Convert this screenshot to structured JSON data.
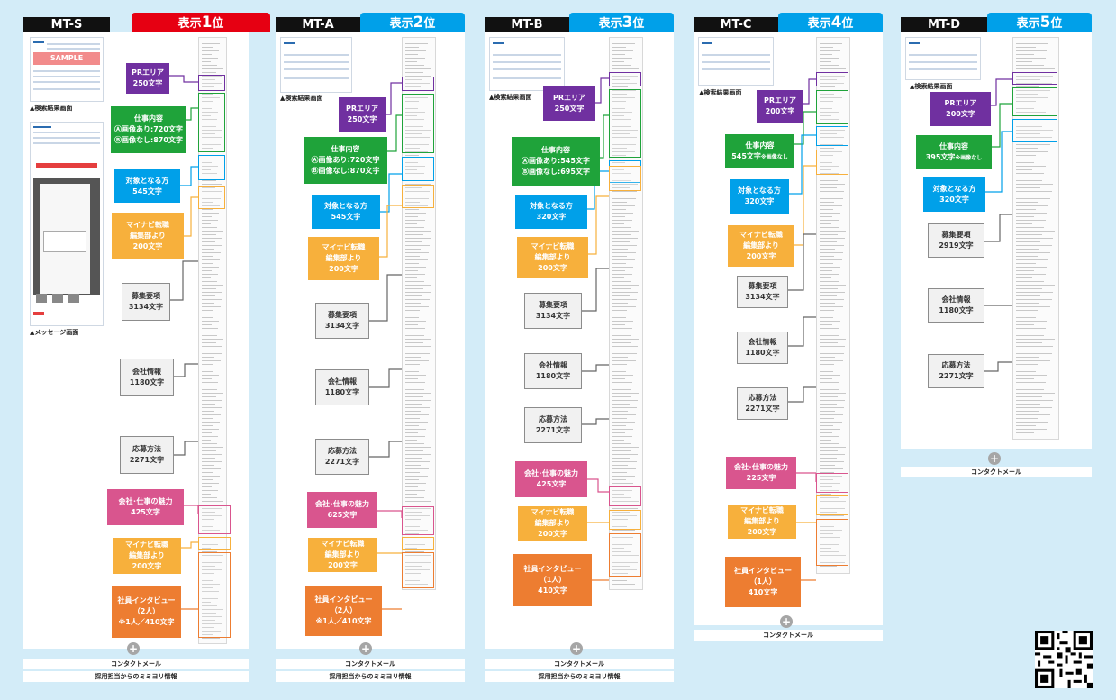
{
  "plans": [
    {
      "name": "MT-S",
      "rank_prefix": "表示",
      "rank_num": "1",
      "rank_suffix": "位",
      "rank_color": "#e60012"
    },
    {
      "name": "MT-A",
      "rank_prefix": "表示",
      "rank_num": "2",
      "rank_suffix": "位",
      "rank_color": "#00a0e9"
    },
    {
      "name": "MT-B",
      "rank_prefix": "表示",
      "rank_num": "3",
      "rank_suffix": "位",
      "rank_color": "#00a0e9"
    },
    {
      "name": "MT-C",
      "rank_prefix": "表示",
      "rank_num": "4",
      "rank_suffix": "位",
      "rank_color": "#00a0e9"
    },
    {
      "name": "MT-D",
      "rank_prefix": "表示",
      "rank_num": "5",
      "rank_suffix": "位",
      "rank_color": "#00a0e9"
    }
  ],
  "captions": {
    "search": "▲検索結果画面",
    "message": "▲メッセージ画面",
    "sample": "SAMPLE"
  },
  "labels": {
    "pr": "PRエリア",
    "job": "仕事内容",
    "target": "対象となる方",
    "editor1": "マイナビ転職",
    "editor2": "編集部より",
    "req": "募集要項",
    "company": "会社情報",
    "apply": "応募方法",
    "charm": "会社･仕事の魅力",
    "interview": "社員インタビュー"
  },
  "counts": {
    "s": {
      "pr": "250",
      "job_a": "Ⓐ画像あり:720",
      "job_b": "Ⓑ画像なし:870",
      "target": "545",
      "editor": "200",
      "req": "3134",
      "company": "1180",
      "apply": "2271",
      "charm": "425",
      "editor2": "200",
      "iv_people": "（2人）",
      "iv_note": "※1人／410"
    },
    "a": {
      "pr": "250",
      "job_a": "Ⓐ画像あり:720",
      "job_b": "Ⓑ画像なし:870",
      "target": "545",
      "editor": "200",
      "req": "3134",
      "company": "1180",
      "apply": "2271",
      "charm": "625",
      "editor2": "200",
      "iv_people": "（2人）",
      "iv_note": "※1人／410"
    },
    "b": {
      "pr": "250",
      "job_a": "Ⓐ画像あり:545",
      "job_b": "Ⓑ画像なし:695",
      "target": "320",
      "editor": "200",
      "req": "3134",
      "company": "1180",
      "apply": "2271",
      "charm": "425",
      "editor2": "200",
      "iv_people": "（1人）",
      "iv_note": "410"
    },
    "c": {
      "pr": "200",
      "job": "545",
      "job_note": "※画像なし",
      "target": "320",
      "editor": "200",
      "req": "3134",
      "company": "1180",
      "apply": "2271",
      "charm": "225",
      "editor2": "200",
      "iv_people": "（1人）",
      "iv_note": "410"
    },
    "d": {
      "pr": "200",
      "job": "395",
      "job_note": "※画像なし",
      "target": "320",
      "req": "2919",
      "company": "1180",
      "apply": "2271"
    }
  },
  "unit": "文字",
  "footer": {
    "mail": "コンタクトメール",
    "mimiyori": "採用担当からのミミヨリ情報"
  },
  "plus_icon": "+"
}
